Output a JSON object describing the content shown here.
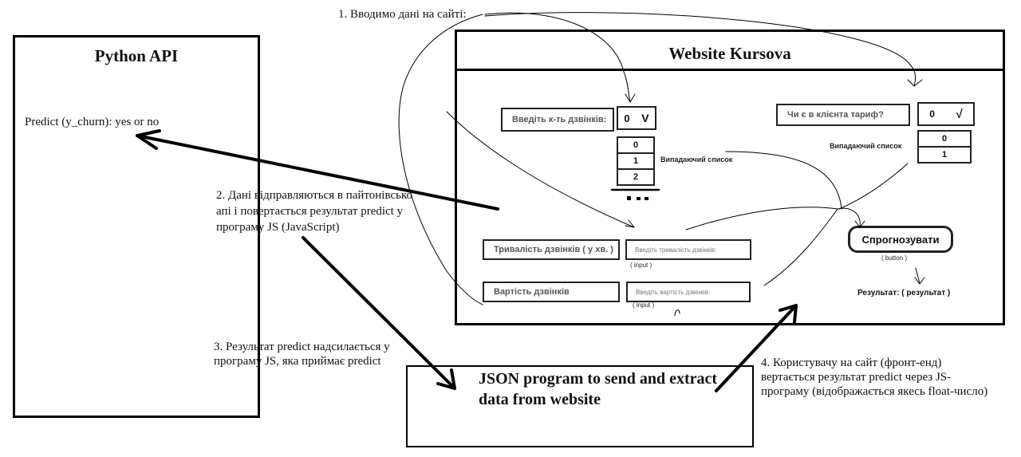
{
  "python_api": {
    "title": "Python API",
    "predict_text": "Predict (y_churn): yes or no"
  },
  "website": {
    "title": "Website Kursova",
    "calls_count_label": "Введіть к-ть дзвінків:",
    "calls_count_value": "0",
    "calls_count_chevron": "V",
    "calls_options": [
      "0",
      "1",
      "2"
    ],
    "dropdown_caption_left": "Випадаючий список",
    "tariff_label": "Чи є в клієнта тариф?",
    "tariff_value": "0",
    "tariff_mark": "√",
    "dropdown_caption_right": "Випадаючий список",
    "tariff_options": [
      "0",
      "1"
    ],
    "duration_label": "Тривалість дзвінків ( у хв. )",
    "duration_placeholder": "Введіть тривалість дзвінків:",
    "duration_caption": "( input )",
    "cost_label": "Вартість дзвінків",
    "cost_placeholder": "Введіть вартість дзвінків:",
    "cost_caption": "( input )",
    "predict_button": "Спрогнозувати",
    "button_caption": "( button )",
    "result_text": "Результат: ( результат )"
  },
  "json_box": {
    "title": "JSON program to send and extract data from website"
  },
  "notes": {
    "step1": "1. Вводимо дані на сайті:",
    "step2_line1": "2. Дані відправляються в пайтонівсько",
    "step2_line2": "апі і повертається результат predict у",
    "step2_line3": "програму JS (JavaScript)",
    "step3_line1": "3. Результат predict  надсилається у",
    "step3_line2": "програму JS, яка приймає predict",
    "step4_line1": "4. Користувачу на сайт (фронт-енд)",
    "step4_line2": "вертається результат predict через JS-",
    "step4_line3": "програму (відображається якесь float-число)"
  }
}
